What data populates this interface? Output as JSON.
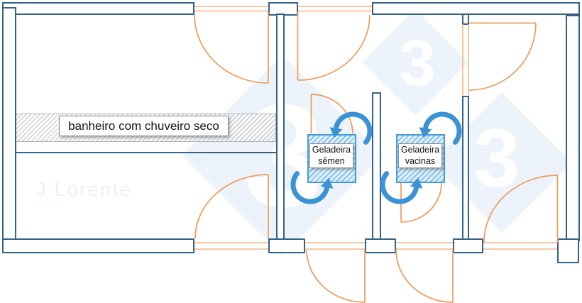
{
  "title": "floor plan",
  "labels": {
    "bathroom": "banheiro com chuveiro seco"
  },
  "fridges": [
    {
      "line1": "Geladeira",
      "line2": "sêmen"
    },
    {
      "line1": "Geladeira",
      "line2": "vacinas"
    }
  ],
  "watermark": {
    "digit": "3",
    "name": "J Lorente"
  },
  "colors": {
    "wall": "#346289",
    "door": "#ef9a58",
    "threshold": "#f6b584",
    "arrow": "#3b92d4",
    "fridge_border": "#429cd9",
    "fridge_fill": "#ddeefb",
    "fridge_hatch": "#7bbde9",
    "hatch_line": "#c8c8c8",
    "label_border": "#8d8d8d",
    "wm": "#edf3fa",
    "wm_text": "#e9f0f8"
  }
}
